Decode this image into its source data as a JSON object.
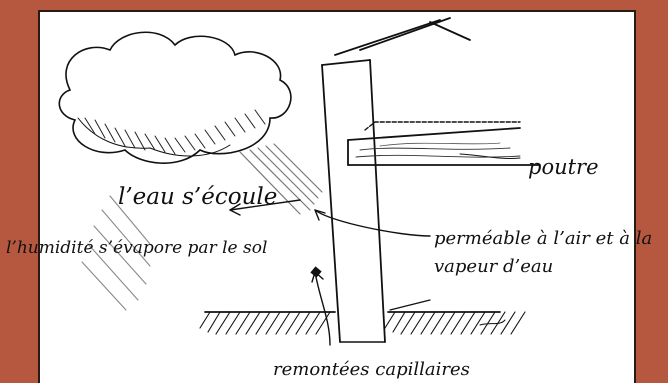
{
  "colors": {
    "frame": "#b6573f",
    "panel": "#ffffff",
    "ink": "#111111"
  },
  "labels": {
    "water_runoff": "l’eau s’écoule",
    "beam": "poutre",
    "permeable_line1": "perméable à l’air et à la",
    "permeable_line2": "vapeur d’eau",
    "evaporation": "l’humidité s’évapore par le sol",
    "capillary": "remontées capillaires"
  }
}
